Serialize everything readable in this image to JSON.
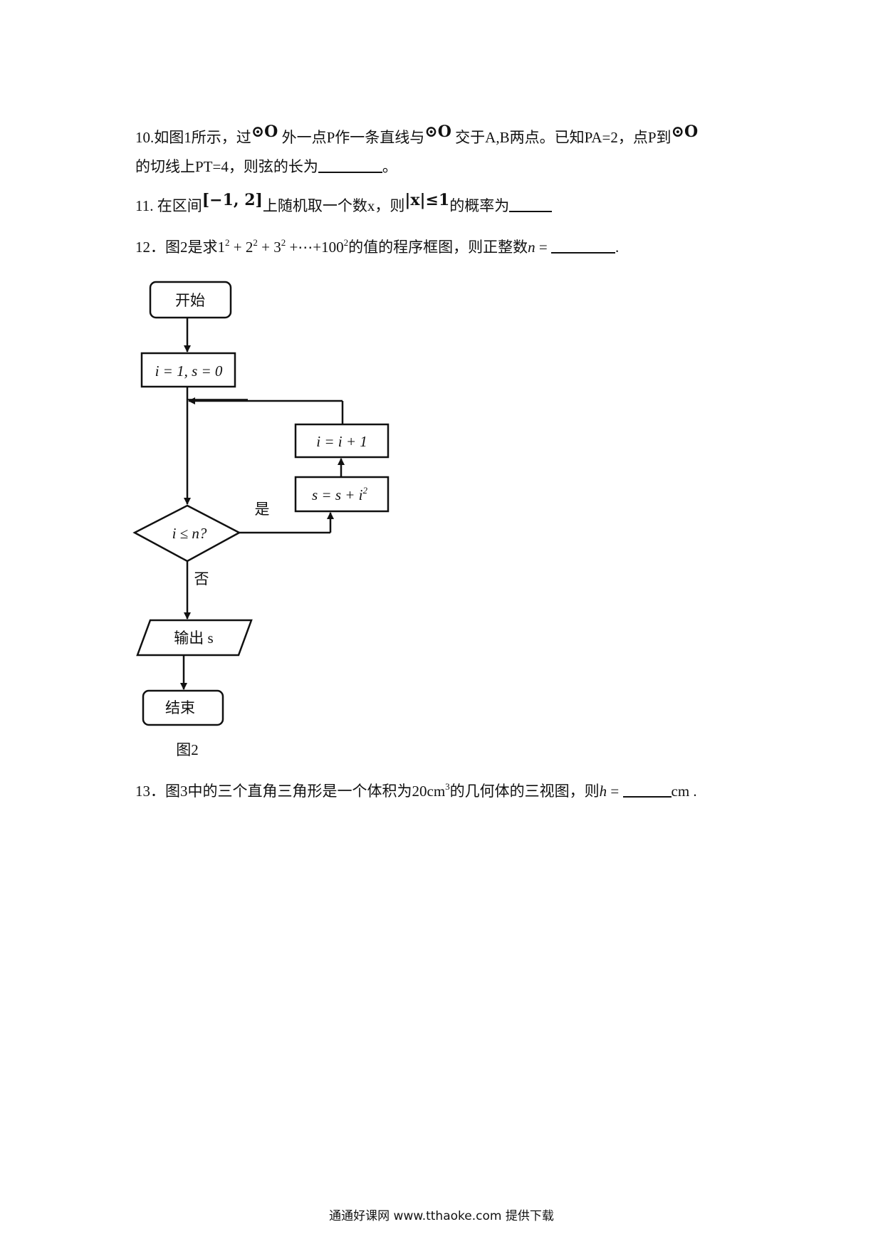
{
  "q10": {
    "l1_a": "10.如图1所示，过",
    "circle1": "⊙O",
    "l1_b": "外一点P作一条直线与",
    "circle2": "⊙O",
    "l1_c": "交于A,B两点。已知PA=2，点P到",
    "circle3": "⊙O",
    "l2_a": "的切线上PT=4，则弦的长为",
    "l2_b": "。"
  },
  "q11": {
    "a": "11.  在区间",
    "interval": "[−1, 2]",
    "b": "上随机取一个数x，则",
    "cond": "|x|≤1",
    "c": "的概率为"
  },
  "q12": {
    "a": "12．图2是求",
    "t1": "1",
    "t2": "2",
    "t3": "3",
    "t4": "100",
    "exp": "2",
    "plus": " + ",
    "dots": " +⋯+",
    "b": "的值的程序框图，则正整数",
    "var": "n",
    "eq": " = ",
    "end": "."
  },
  "flowchart": {
    "start": "开始",
    "init": "i = 1, s = 0",
    "update_i": "i = i + 1",
    "update_s": "s = s + i",
    "update_s_exp": "2",
    "condition": "i ≤ n?",
    "yes": "是",
    "no": "否",
    "output": "输出 s",
    "end": "结束",
    "caption": "图2"
  },
  "q13": {
    "a": "13．图3中的三个直角三角形是一个体积为20",
    "unit": "cm",
    "unit_exp": "3",
    "b": "的几何体的三视图，则",
    "var": "h",
    "eq": " = ",
    "c": "cm ."
  },
  "footer": {
    "text": "通通好课网   www.tthaoke.com  提供下载"
  }
}
